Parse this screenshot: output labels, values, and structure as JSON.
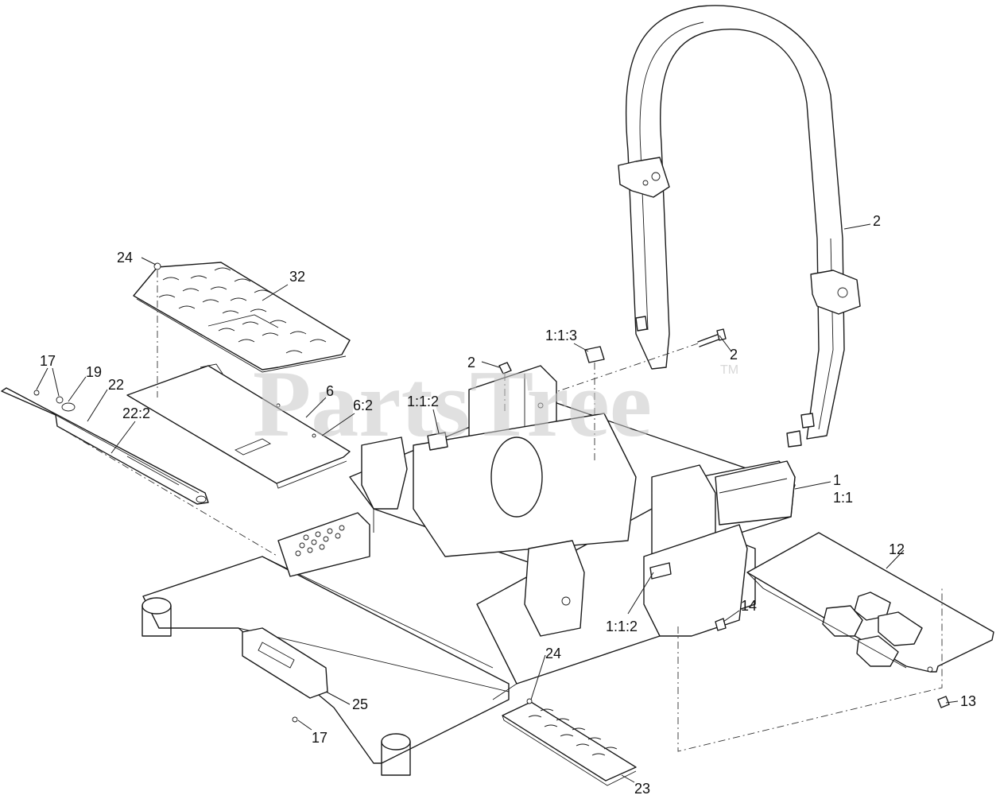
{
  "watermark": {
    "text": "PartsTree",
    "trademark": "TM"
  },
  "callouts": [
    {
      "id": "c-24-top",
      "label": "24"
    },
    {
      "id": "c-32",
      "label": "32"
    },
    {
      "id": "c-17-top",
      "label": "17"
    },
    {
      "id": "c-19",
      "label": "19"
    },
    {
      "id": "c-22",
      "label": "22"
    },
    {
      "id": "c-22-2",
      "label": "22:2"
    },
    {
      "id": "c-6",
      "label": "6"
    },
    {
      "id": "c-6-2",
      "label": "6:2"
    },
    {
      "id": "c-1-1-2-left",
      "label": "1:1:2"
    },
    {
      "id": "c-2-nut",
      "label": "2"
    },
    {
      "id": "c-1-1-3",
      "label": "1:1:3"
    },
    {
      "id": "c-2-bolt",
      "label": "2"
    },
    {
      "id": "c-2-rops",
      "label": "2"
    },
    {
      "id": "c-1",
      "label": "1"
    },
    {
      "id": "c-1-1",
      "label": "1:1"
    },
    {
      "id": "c-12",
      "label": "12"
    },
    {
      "id": "c-14",
      "label": "14"
    },
    {
      "id": "c-1-1-2-right",
      "label": "1:1:2"
    },
    {
      "id": "c-13",
      "label": "13"
    },
    {
      "id": "c-24-bottom",
      "label": "24"
    },
    {
      "id": "c-25",
      "label": "25"
    },
    {
      "id": "c-17-bottom",
      "label": "17"
    },
    {
      "id": "c-23",
      "label": "23"
    }
  ]
}
